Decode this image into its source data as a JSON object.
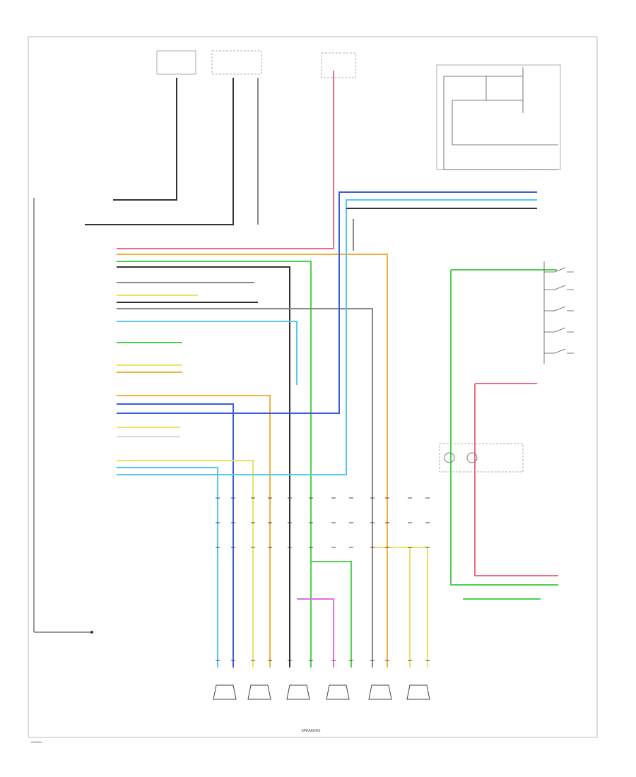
{
  "figure_id": "W10854",
  "footer_caption": "SPEAKERS",
  "colors": {
    "red": "#f06a82",
    "green": "#4fd14f",
    "blue": "#3b5bd8",
    "lightblue": "#55c8f0",
    "yellow": "#f0e060",
    "orange": "#f0b040",
    "gray": "#888888",
    "black": "#333333",
    "white": "#d8d8d8",
    "violet": "#7a6ad8",
    "pink": "#e070e0",
    "frame": "#bbbbbb"
  },
  "speakers": [
    {
      "id": "right-rear-speaker"
    },
    {
      "id": "left-rear-speaker"
    },
    {
      "id": "right-front-door-speaker"
    },
    {
      "id": "right-front-tweeter-speaker"
    },
    {
      "id": "left-front-door-speaker"
    },
    {
      "id": "left-front-tweeter-speaker"
    }
  ]
}
